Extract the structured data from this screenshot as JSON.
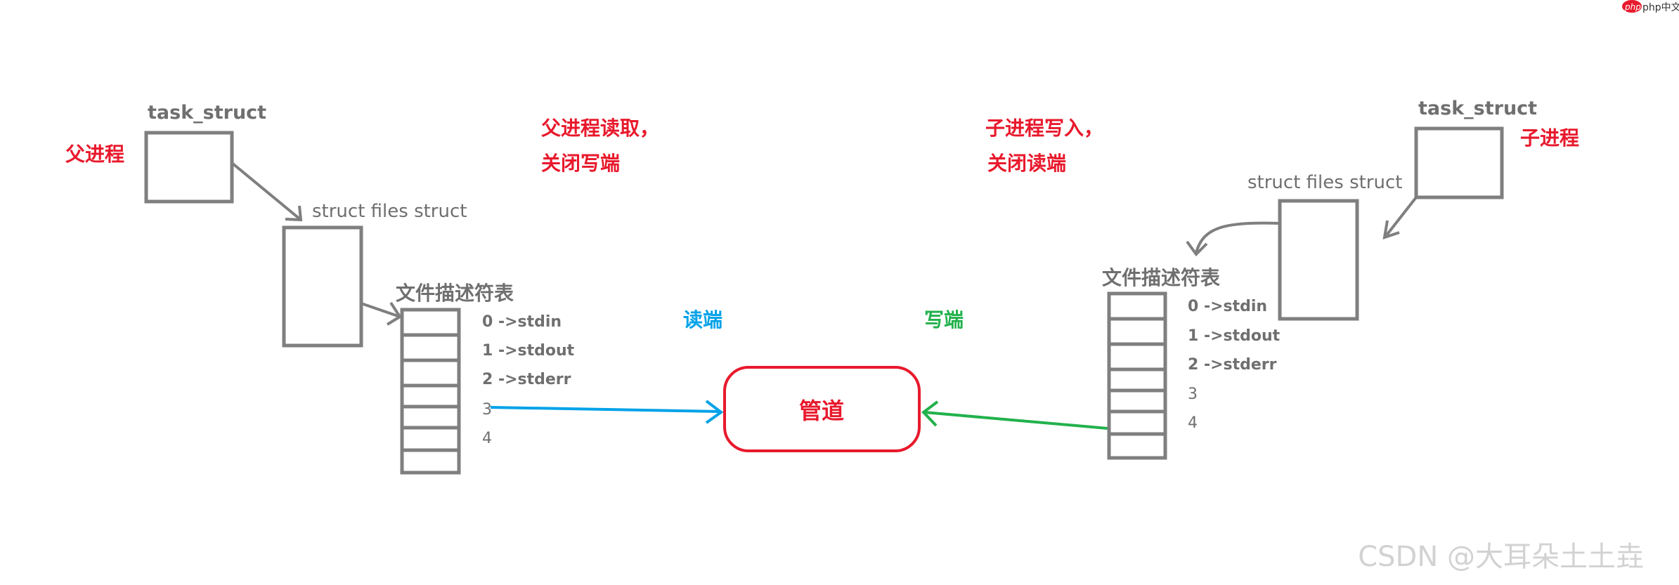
{
  "diagram": {
    "left": {
      "process_label": "父进程",
      "task_struct_label": "task_struct",
      "files_struct_label": "struct files  struct",
      "fd_table_label": "文件描述符表",
      "fd_entries": [
        "0  ->stdin",
        "1  ->stdout",
        "2  ->stderr",
        "3",
        "4"
      ]
    },
    "right": {
      "process_label": "子进程",
      "task_struct_label": "task_struct",
      "files_struct_label": "struct files  struct",
      "fd_table_label": "文件描述符表",
      "fd_entries": [
        "0  ->stdin",
        "1  ->stdout",
        "2  ->stderr",
        "3",
        "4"
      ]
    },
    "parent_note": [
      "父进程读取，",
      "关闭写端"
    ],
    "child_note": [
      "子进程写入，",
      "关闭读端"
    ],
    "read_end_label": "读端",
    "write_end_label": "写端",
    "pipe_label": "管道",
    "colors": {
      "gray": "#7f7f7f",
      "red": "#e8192c",
      "blue": "#00a2e8",
      "green": "#22b14c"
    }
  },
  "watermark": "CSDN @大耳朵土土垚",
  "logo": "php中文网"
}
